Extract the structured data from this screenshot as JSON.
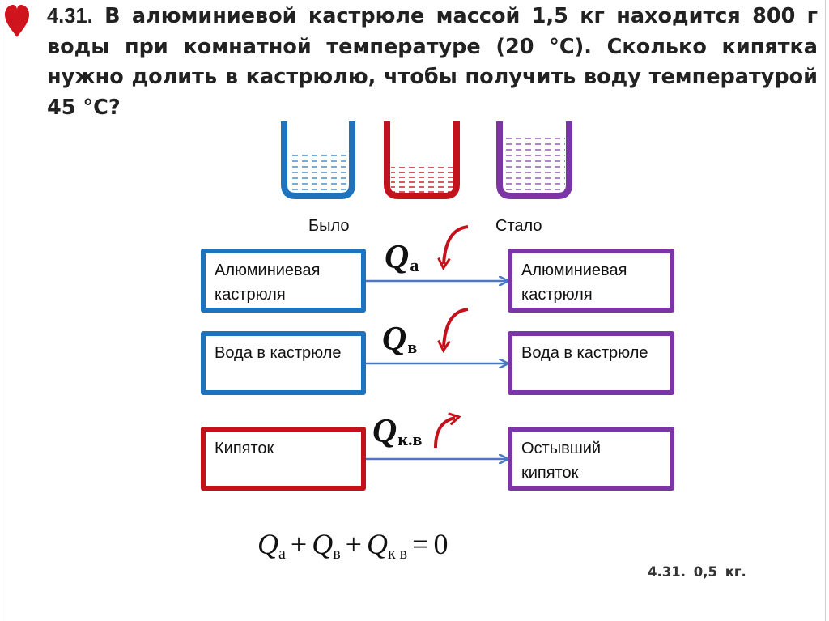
{
  "problem": {
    "number": "4.31.",
    "text": "В алюминиевой кастрюле массой 1,5 кг находится 800 г воды при комнатной температуре (20 °С). Сколько кипятка нужно долить в кастрюлю, чтобы получить воду температурой 45 °С?"
  },
  "labels": {
    "before": "Было",
    "after": "Стало"
  },
  "rows": [
    {
      "left": "Алюминиевая кастрюля",
      "right": "Алюминиевая кастрюля",
      "q": "Q",
      "q_sub": "а"
    },
    {
      "left": "Вода в кастрюле",
      "right": "Вода в кастрюле",
      "q": "Q",
      "q_sub": "в"
    },
    {
      "left": "Кипяток",
      "right": "Остывший кипяток",
      "q": "Q",
      "q_sub": "к.в"
    }
  ],
  "formula": {
    "t1": "Q",
    "s1": "а",
    "op1": "+",
    "t2": "Q",
    "s2": "в",
    "op2": "+",
    "t3": "Q",
    "s3": "к в",
    "eq": "=",
    "rhs": "0"
  },
  "answer": "4.31. 0,5 кг.",
  "colors": {
    "blue": "#1e73be",
    "red": "#c4121c",
    "purple": "#7b35a6",
    "arrow": "#4a78c4",
    "heart": "#d0141e"
  },
  "icons": {
    "heart": "heart-icon",
    "beakers": [
      "beaker-cold-icon",
      "beaker-hot-icon",
      "beaker-mixed-icon"
    ]
  }
}
